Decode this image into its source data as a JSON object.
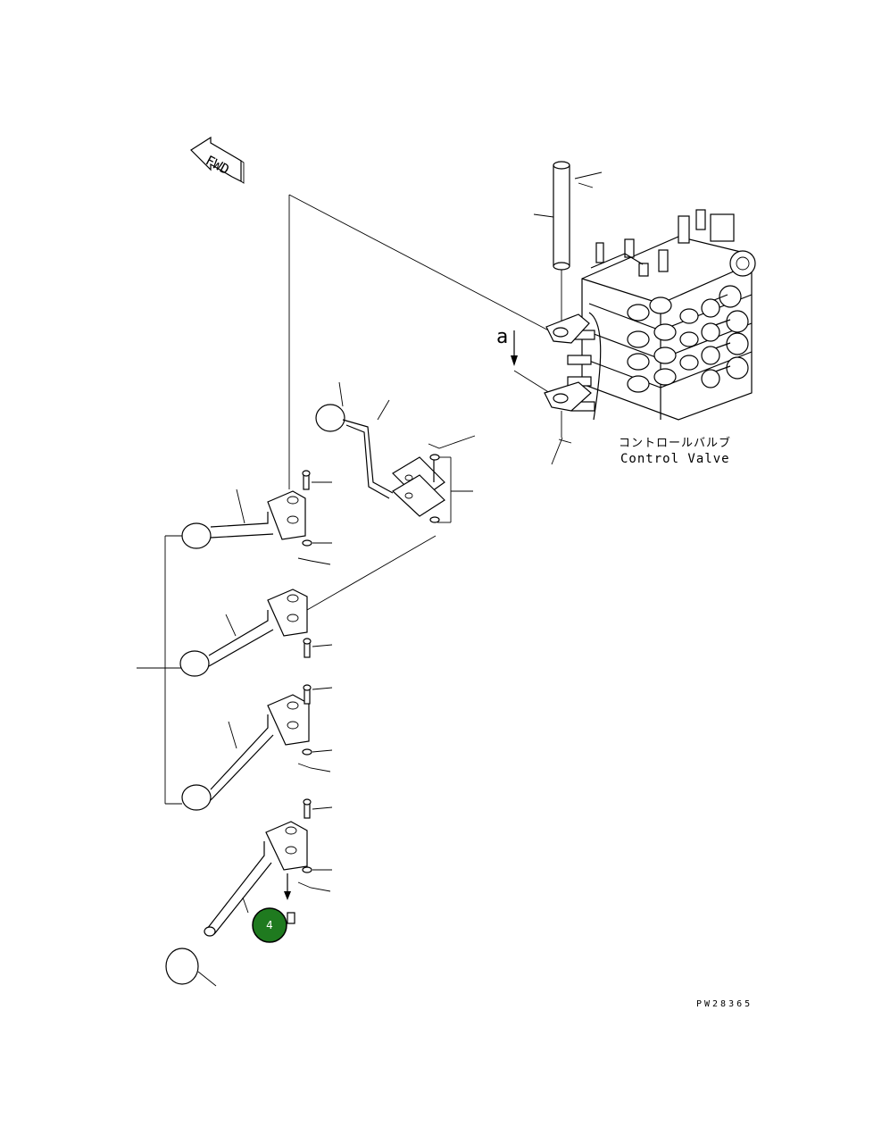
{
  "labels": {
    "fwd": "FWD",
    "view_marker": "a",
    "jp_label": "コントロールバルブ",
    "en_label": "Control Valve",
    "drawing_number": "PW28365"
  },
  "callout": {
    "number": "4",
    "color": "#1f7a1f"
  }
}
